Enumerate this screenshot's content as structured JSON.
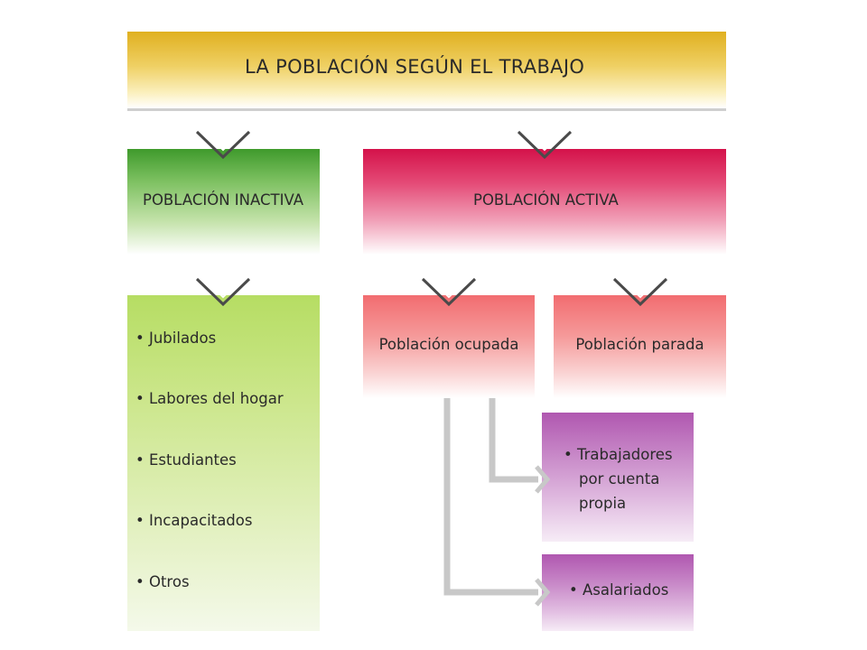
{
  "title": "LA POBLACIÓN SEGÚN EL TRABAJO",
  "inactiva": {
    "header": "POBLACIÓN INACTIVA",
    "items": [
      "• Jubilados",
      "• Labores del hogar",
      "• Estudiantes",
      "• Incapacitados",
      "• Otros"
    ]
  },
  "activa": {
    "header": "POBLACIÓN ACTIVA",
    "ocupada": "Población ocupada",
    "parada": "Población parada",
    "cuenta_propia": [
      "• Trabajadores",
      "por cuenta",
      "propia"
    ],
    "asalariados": "• Asalariados"
  },
  "colors": {
    "title": "#e8c04a",
    "inactiva": "#4ea83a",
    "activa": "#d91a52",
    "ocupada": "#f37a7e",
    "subcategorias": "#b868b8",
    "connector": "#c8c8c8",
    "chevron": "#4a4a4a"
  }
}
